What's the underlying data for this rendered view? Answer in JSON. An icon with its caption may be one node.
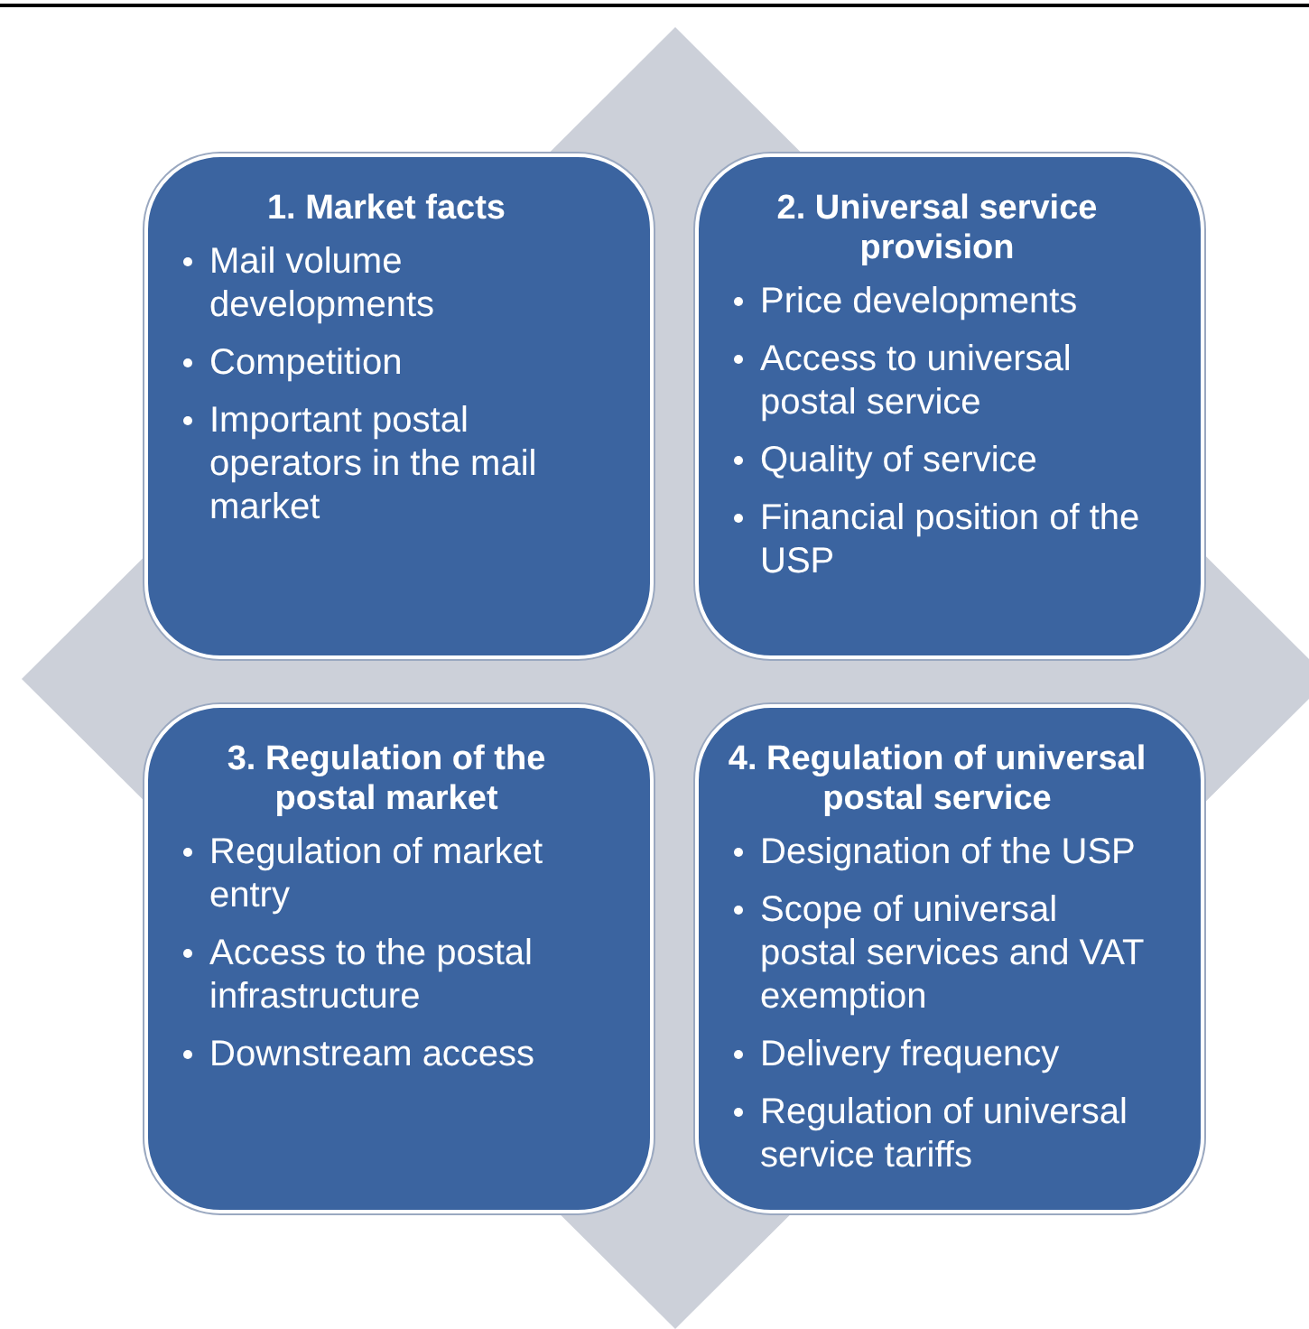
{
  "diagram": {
    "nodes": [
      {
        "text": [
          "1. Market facts",
          "Mail volume developments",
          "Competition",
          "Important postal operators in the mail market"
        ]
      },
      {
        "text": [
          "2. Universal service provision",
          "Price developments",
          "Access to universal postal service",
          "Quality of service",
          "Financial position of the USP"
        ]
      },
      {
        "text": [
          "3. Regulation of the postal market",
          "Regulation of market entry",
          "Access to the postal infrastructure",
          "Downstream access"
        ]
      },
      {
        "text": [
          "4. Regulation of universal postal service",
          "Designation of the USP",
          "Scope of universal postal services and VAT exemption",
          "Delivery frequency",
          "Regulation of universal service tariffs"
        ]
      }
    ]
  }
}
